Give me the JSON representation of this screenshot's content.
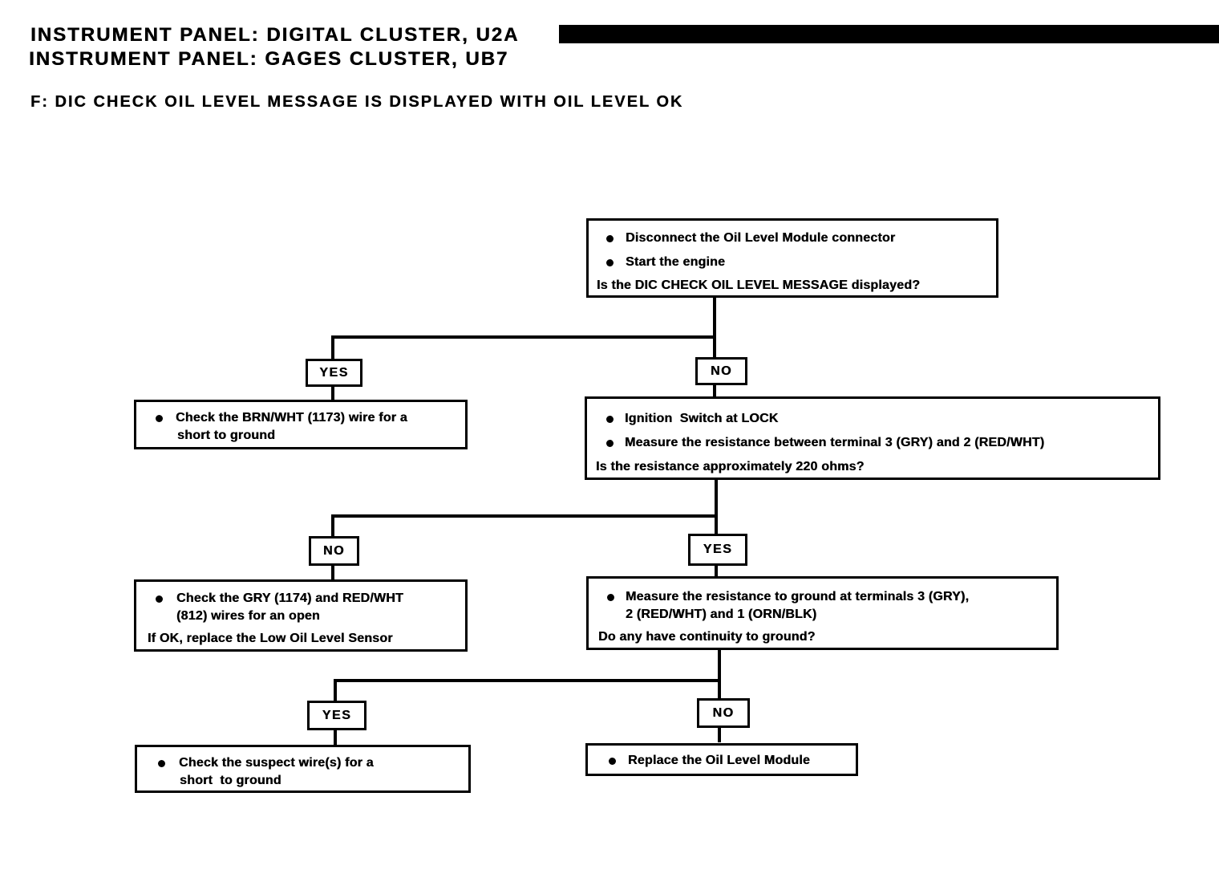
{
  "colors": {
    "ink": "#000000",
    "paper": "#ffffff"
  },
  "header": {
    "title_line1": "INSTRUMENT PANEL: DIGITAL CLUSTER, U2A",
    "title_line2": "INSTRUMENT PANEL: GAGES CLUSTER, UB7",
    "section_title": "F: DIC CHECK OIL LEVEL MESSAGE IS DISPLAYED WITH OIL LEVEL OK"
  },
  "flowchart": {
    "yes_label": "YES",
    "no_label": "NO",
    "start": {
      "bullet1": "Disconnect the Oil Level Module connector",
      "bullet2": "Start the engine",
      "question": "Is the DIC CHECK OIL LEVEL MESSAGE displayed?"
    },
    "yes1": {
      "bullet1_line1": "Check the BRN/WHT (1173) wire for a",
      "bullet1_line2": "short to ground"
    },
    "no1": {
      "bullet1": "Ignition  Switch at LOCK",
      "bullet2": "Measure the resistance between terminal 3 (GRY) and 2 (RED/WHT)",
      "question": "Is the resistance approximately 220 ohms?"
    },
    "no2": {
      "bullet1_line1": "Check the GRY (1174) and RED/WHT",
      "bullet1_line2": "(812) wires for an open",
      "note": "If OK, replace the Low Oil Level Sensor"
    },
    "yes2": {
      "bullet1_line1": "Measure the resistance to ground at terminals 3 (GRY),",
      "bullet1_line2": "2 (RED/WHT) and 1 (ORN/BLK)",
      "question": "Do any have continuity to ground?"
    },
    "yes3": {
      "bullet1_line1": "Check the suspect wire(s) for a",
      "bullet1_line2": "short  to ground"
    },
    "no3": {
      "bullet1": "Replace the Oil Level Module"
    }
  }
}
